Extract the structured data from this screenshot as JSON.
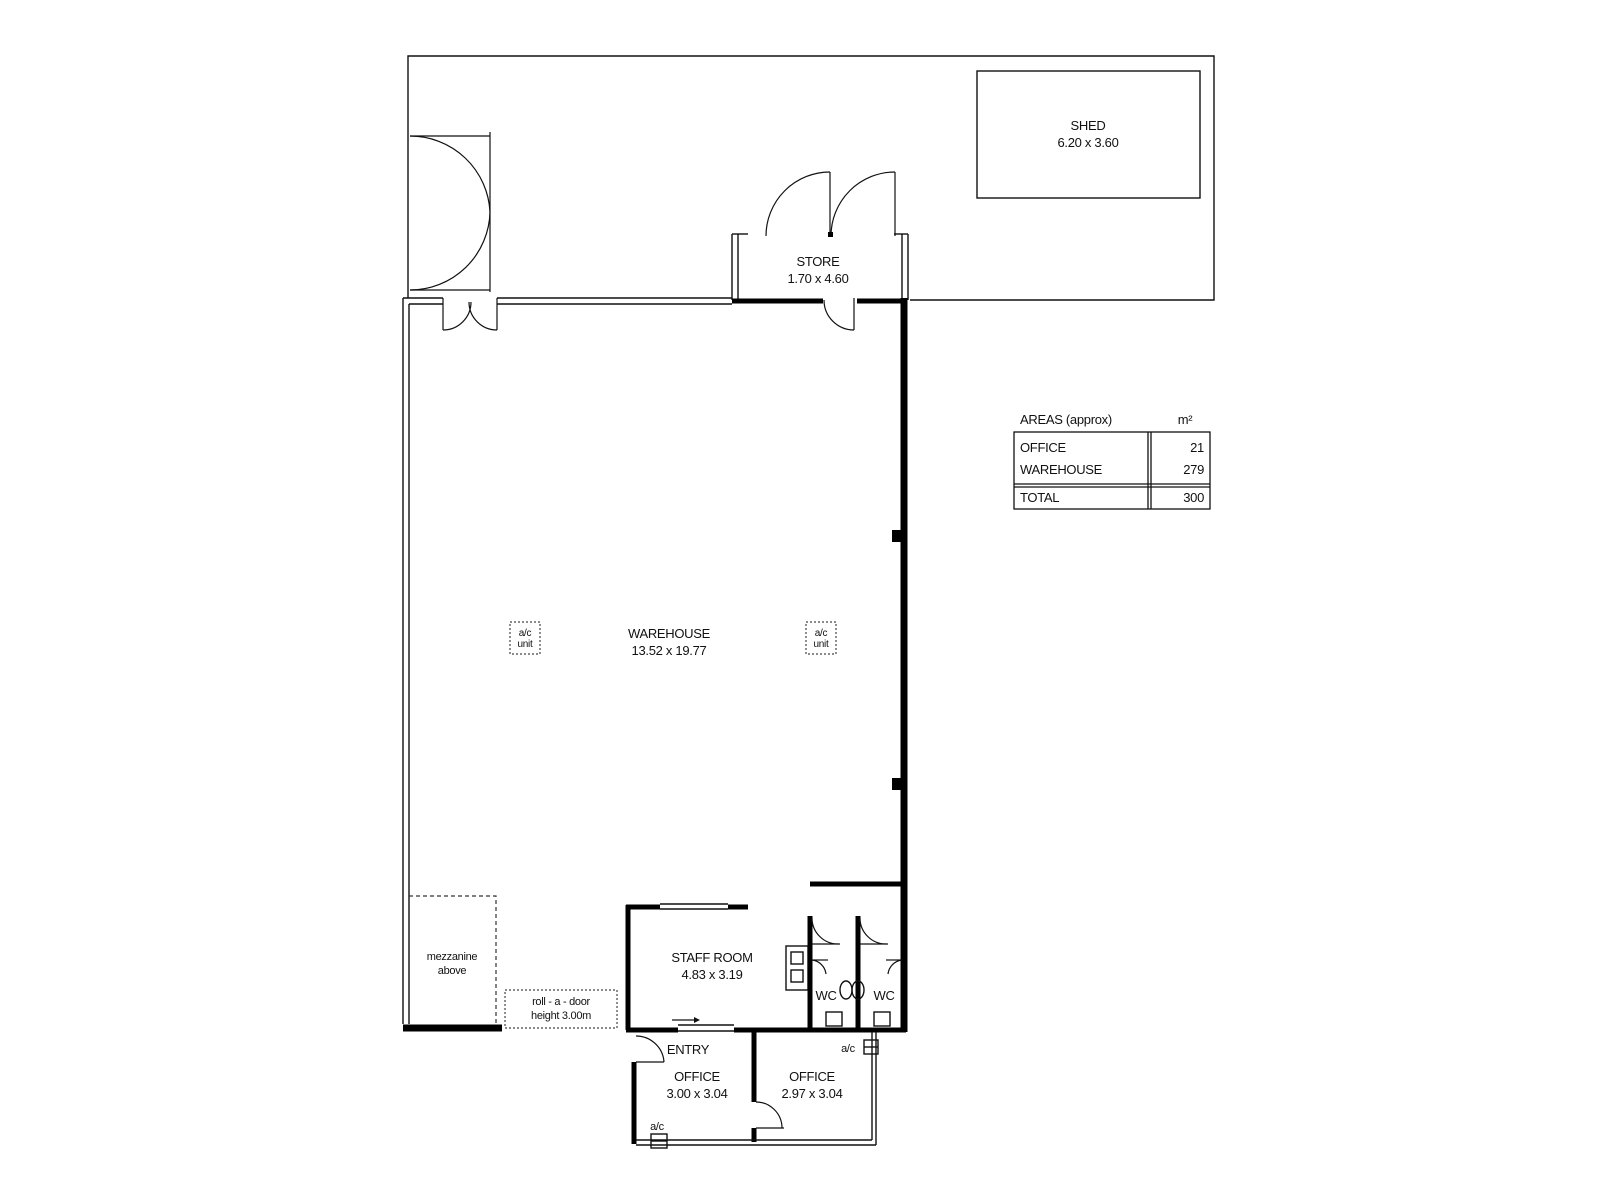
{
  "rooms": {
    "shed": {
      "name": "SHED",
      "dims": "6.20 x 3.60"
    },
    "store": {
      "name": "STORE",
      "dims": "1.70 x 4.60"
    },
    "warehouse": {
      "name": "WAREHOUSE",
      "dims": "13.52 x 19.77"
    },
    "staff_room": {
      "name": "STAFF ROOM",
      "dims": "4.83 x 3.19"
    },
    "office_left": {
      "name": "OFFICE",
      "dims": "3.00 x 3.04"
    },
    "office_right": {
      "name": "OFFICE",
      "dims": "2.97 x 3.04"
    },
    "entry": {
      "name": "ENTRY"
    },
    "wc_left": {
      "name": "WC"
    },
    "wc_right": {
      "name": "WC"
    }
  },
  "labels": {
    "ac_unit_line1": "a/c",
    "ac_unit_line2": "unit",
    "ac": "a/c",
    "mezzanine_line1": "mezzanine",
    "mezzanine_line2": "above",
    "roll_door_line1": "roll - a - door",
    "roll_door_line2": "height 3.00m"
  },
  "areas_table": {
    "title": "AREAS (approx)",
    "unit": "m²",
    "rows": [
      {
        "label": "OFFICE",
        "value": "21"
      },
      {
        "label": "WAREHOUSE",
        "value": "279"
      }
    ],
    "total": {
      "label": "TOTAL",
      "value": "300"
    }
  }
}
